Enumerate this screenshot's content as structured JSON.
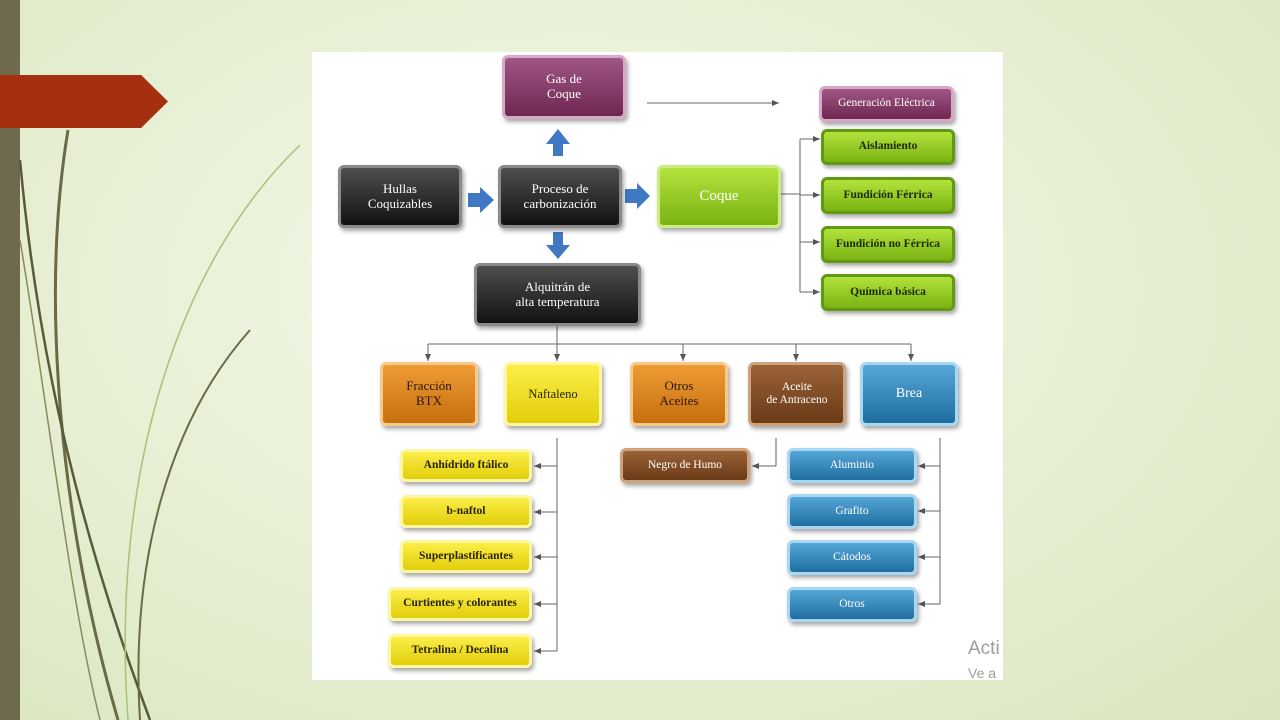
{
  "colors": {
    "accent_red": "#a5300f",
    "left_bar": "#6f6a4e",
    "arrow_blue": "#3f79c4"
  },
  "diagram": {
    "gas_coque": "Gas de\nCoque",
    "generacion_electrica": "Generación Eléctrica",
    "hullas": "Hullas\nCoquizables",
    "proceso": "Proceso de\ncarbonización",
    "coque": "Coque",
    "aislamiento": "Aislamiento",
    "fundicion_ferrica": "Fundición Férrica",
    "fundicion_no_ferrica": "Fundición no Férrica",
    "quimica_basica": "Química básica",
    "alquitran": "Alquitrán de\nalta temperatura",
    "fraccion_btx": "Fracción\nBTX",
    "naftaleno": "Naftaleno",
    "otros_aceites": "Otros\nAceites",
    "aceite_antraceno": "Aceite\nde Antraceno",
    "brea": "Brea",
    "naftaleno_products": [
      "Anhídrido ftálico",
      "b-naftol",
      "Superplastificantes",
      "Curtientes y colorantes",
      "Tetralina / Decalina"
    ],
    "negro_humo": "Negro de Humo",
    "brea_products": [
      "Aluminio",
      "Grafito",
      "Cátodos",
      "Otros"
    ]
  },
  "watermark": {
    "line1": "Acti",
    "line2": "Ve a"
  }
}
